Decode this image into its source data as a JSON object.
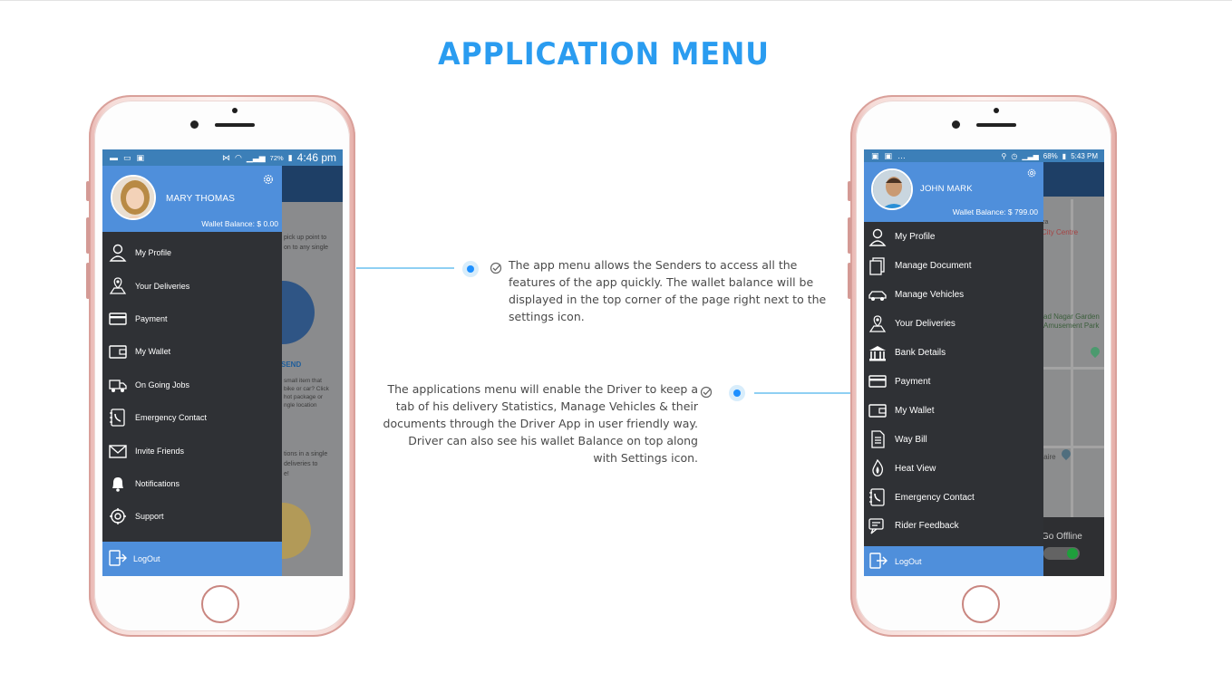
{
  "page": {
    "title": "APPLICATION MENU"
  },
  "left_phone": {
    "status_time": "4:46 pm",
    "status_battery": "72%",
    "user_name": "MARY THOMAS",
    "wallet_balance": "Wallet Balance: $ 0.00",
    "menu": [
      {
        "label": "My Profile",
        "icon": "user-icon"
      },
      {
        "label": "Your Deliveries",
        "icon": "map-pin-icon"
      },
      {
        "label": "Payment",
        "icon": "card-icon"
      },
      {
        "label": "My Wallet",
        "icon": "wallet-icon"
      },
      {
        "label": "On Going Jobs",
        "icon": "truck-icon"
      },
      {
        "label": "Emergency Contact",
        "icon": "phone-book-icon"
      },
      {
        "label": "Invite Friends",
        "icon": "envelope-icon"
      },
      {
        "label": "Notifications",
        "icon": "bell-icon"
      },
      {
        "label": "Support",
        "icon": "support-icon"
      }
    ],
    "logout": "LogOut",
    "bg_snippets": {
      "pickup": "pick up point to",
      "pickup2": "on to any single",
      "send": "SEND",
      "item1": "small item that",
      "item2": "bike or car? Click",
      "item3": "hot package or",
      "item4": "ngle location",
      "opt1": "tions in a single",
      "opt2": "deliveries to",
      "opt3": "e!"
    }
  },
  "right_phone": {
    "status_time": "5:43 PM",
    "status_battery": "68%",
    "user_name": "JOHN MARK",
    "wallet_balance": "Wallet Balance: $ 799.00",
    "menu": [
      {
        "label": "My Profile",
        "icon": "user-icon"
      },
      {
        "label": "Manage Document",
        "icon": "document-icon"
      },
      {
        "label": "Manage Vehicles",
        "icon": "car-icon"
      },
      {
        "label": "Your Deliveries",
        "icon": "map-pin-icon"
      },
      {
        "label": "Bank Details",
        "icon": "bank-icon"
      },
      {
        "label": "Payment",
        "icon": "card-icon"
      },
      {
        "label": "My Wallet",
        "icon": "wallet-icon"
      },
      {
        "label": "Way Bill",
        "icon": "list-icon"
      },
      {
        "label": "Heat View",
        "icon": "flame-icon"
      },
      {
        "label": "Emergency Contact",
        "icon": "phone-book-icon"
      },
      {
        "label": "Rider Feedback",
        "icon": "feedback-icon"
      }
    ],
    "logout": "LogOut",
    "map_labels": {
      "city": "City Centre",
      "garden": "ad Nagar Garden",
      "park": "Amusement Park",
      "taire": "taire",
      "go_offline": "Go Offline",
      "za": "za"
    }
  },
  "callouts": {
    "senders": "The app menu allows the Senders to access all the features of the app quickly. The wallet balance will be displayed in the top corner of the page right next to the settings icon.",
    "driver": "The applications menu will enable the Driver to keep a tab of his delivery Statistics, Manage Vehicles & their documents through the Driver App in user friendly way. Driver can also see his wallet Balance on top along with Settings icon."
  },
  "colors": {
    "accent": "#2a9cf0",
    "drawer_header": "#4f8fdb",
    "drawer_bg": "#2f3135",
    "status_bar": "#3c7fb8"
  }
}
